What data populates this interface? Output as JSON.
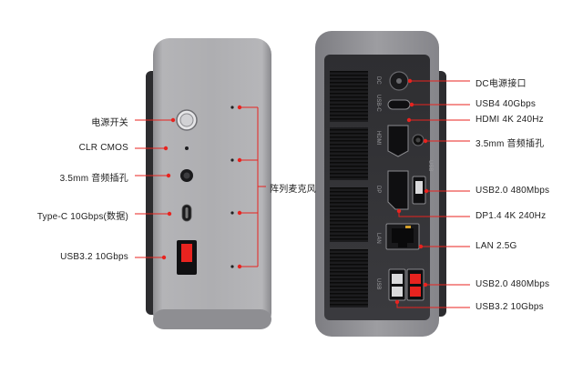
{
  "front_labels": [
    "电源开关",
    "CLR CMOS",
    "3.5mm 音频插孔",
    "Type-C 10Gbps(数据)",
    "USB3.2 10Gbps"
  ],
  "mic_label": "阵列麦克风",
  "rear_labels": [
    "DC电源接口",
    "USB4 40Gbps",
    "HDMI 4K 240Hz",
    "3.5mm 音频插孔",
    "USB2.0 480Mbps",
    "DP1.4 4K 240Hz",
    "LAN 2.5G",
    "USB2.0 480Mbps",
    "USB3.2 10Gbps"
  ],
  "port_etchings": {
    "dc": "DC",
    "usbc": "USB-C",
    "hdmi": "HDMI",
    "usb_a": "USB",
    "dp": "DP",
    "lan": "LAN",
    "usb_bottom": "USB"
  },
  "colors": {
    "accent": "#e8231f",
    "chassis_light": "#a9a9ab",
    "chassis_dark": "#2b2b2e"
  }
}
